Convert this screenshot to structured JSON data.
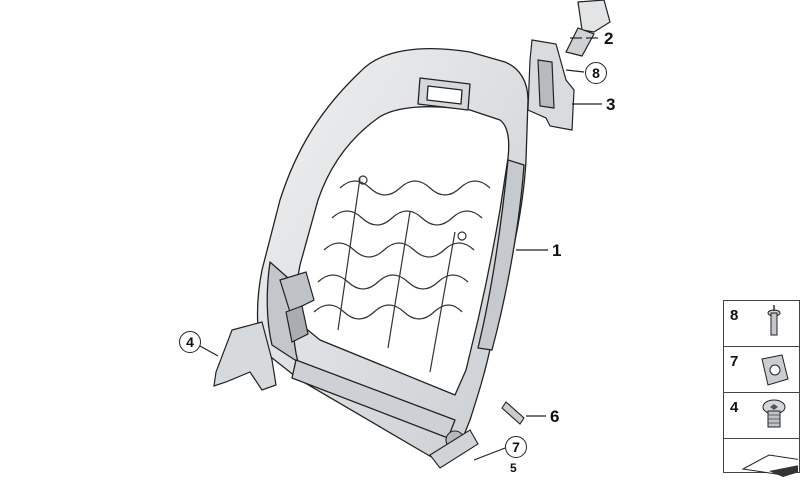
{
  "callouts": {
    "c1": "1",
    "c2": "2",
    "c3": "3",
    "c4": "4",
    "c6": "6",
    "c7": "7",
    "c8": "8",
    "c5": "5"
  },
  "legend": {
    "items": [
      {
        "label": "8",
        "icon": "rivet-icon"
      },
      {
        "label": "7",
        "icon": "clip-nut-icon"
      },
      {
        "label": "4",
        "icon": "torx-screw-icon"
      },
      {
        "label": "",
        "icon": "shim-plate-icon"
      }
    ]
  },
  "colors": {
    "line": "#222222",
    "frame_fill": "#e4e6e8",
    "frame_shade": "#b9bdc1"
  }
}
